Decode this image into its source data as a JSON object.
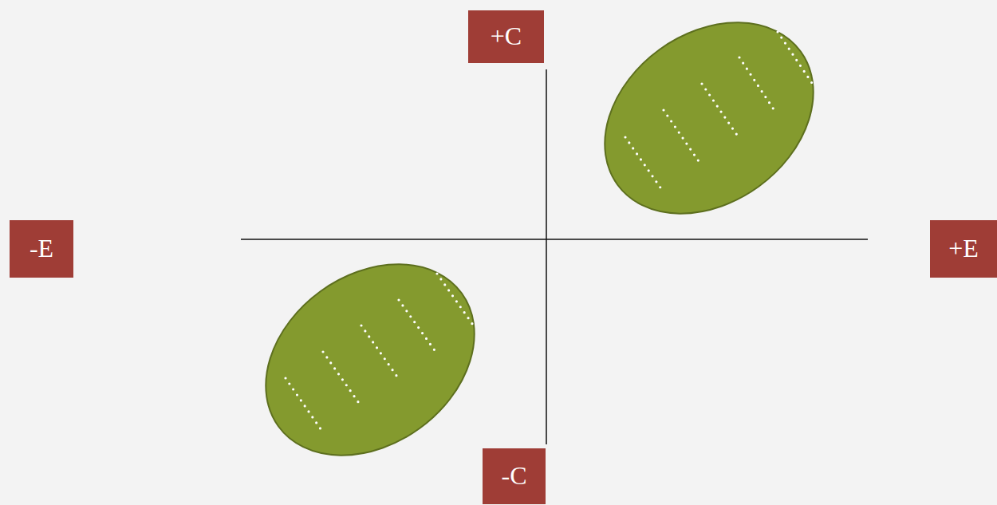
{
  "diagram": {
    "nodes": [
      {
        "text": [
          "+C"
        ]
      },
      {
        "text": [
          "-E"
        ]
      },
      {
        "text": [
          "+E"
        ]
      },
      {
        "text": [
          "-C"
        ]
      }
    ]
  }
}
